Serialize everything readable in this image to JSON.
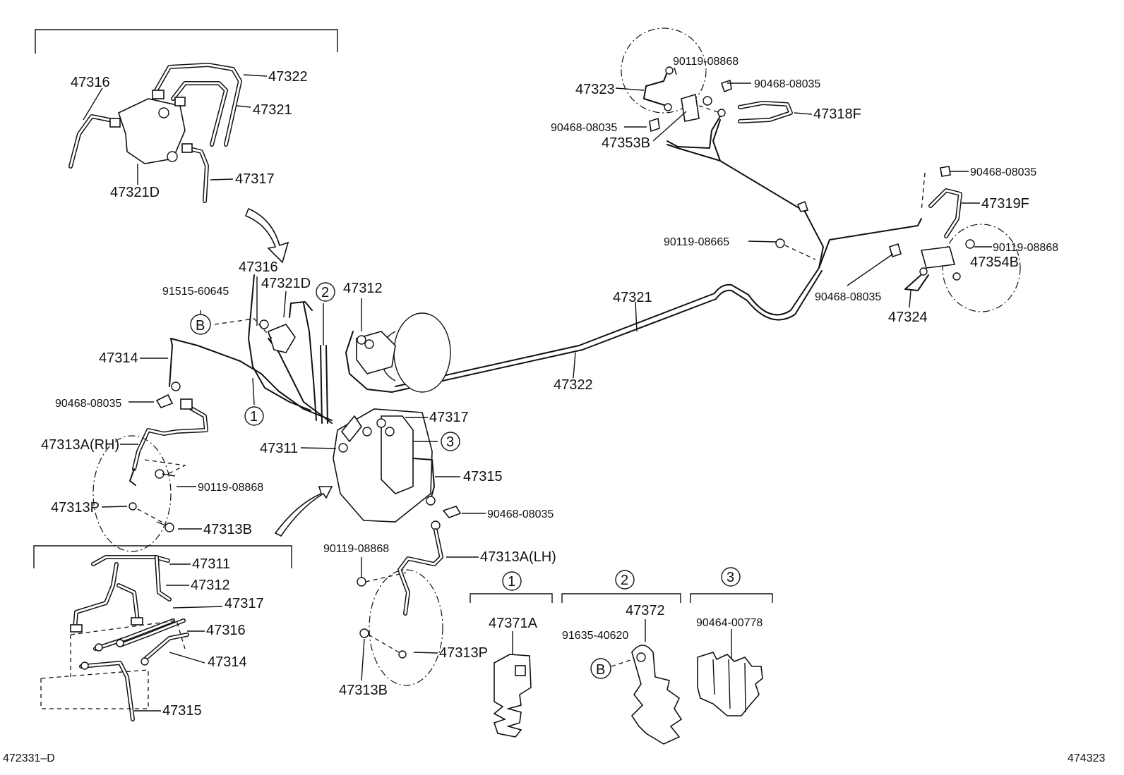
{
  "labels": {
    "t_47316": "47316",
    "t_47322": "47322",
    "t_47321": "47321",
    "t_47321D": "47321D",
    "t_47317": "47317",
    "m_47316": "47316",
    "m_47321D": "47321D",
    "m_91515": "91515-60645",
    "m_B1": "B",
    "m_47314": "47314",
    "m_90468a": "90468-08035",
    "m_47313A_RH": "47313A(RH)",
    "m_90119a": "90119-08868",
    "m_47313P_L": "47313P",
    "m_47313B_L": "47313B",
    "m_c1": "1",
    "m_c2": "2",
    "m_c3": "3",
    "m_47312": "47312",
    "m_47317": "47317",
    "m_47311": "47311",
    "m_47315": "47315",
    "m_90468b": "90468-08035",
    "m_90119b": "90119-08868",
    "m_47313A_LH": "47313A(LH)",
    "m_47313P_R": "47313P",
    "m_47313B_R": "47313B",
    "m_47321": "47321",
    "m_47322": "47322",
    "r_90119c": "90119-08868",
    "r_47323": "47323",
    "r_90468c": "90468-08035",
    "r_47318F": "47318F",
    "r_90468d": "90468-08035",
    "r_47353B": "47353B",
    "r_90468e": "90468-08035",
    "r_47319F": "47319F",
    "r_90119d": "90119-08665",
    "r_90119e": "90119-08868",
    "r_47354B": "47354B",
    "r_90468f": "90468-08035",
    "r_47324": "47324",
    "b_47311": "47311",
    "b_47312": "47312",
    "b_47317": "47317",
    "b_47316": "47316",
    "b_47314": "47314",
    "b_47315": "47315",
    "k_c1": "1",
    "k_c2": "2",
    "k_c3": "3",
    "k_47371A": "47371A",
    "k_47372": "47372",
    "k_91635": "91635-40620",
    "k_B2": "B",
    "k_90464": "90464-00778",
    "code_left": "472331–D",
    "code_right": "474323"
  }
}
